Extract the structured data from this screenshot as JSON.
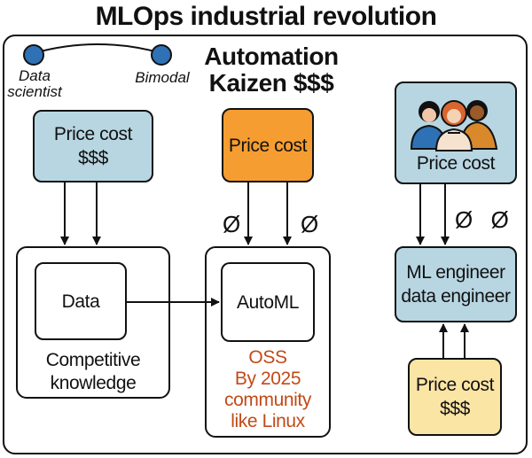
{
  "title": "MLOps industrial revolution",
  "heading": {
    "line1": "Automation",
    "line2": "Kaizen $$$"
  },
  "nodes": {
    "left": "Data scientist",
    "right": "Bimodal"
  },
  "left_column": {
    "cost_box": {
      "line1": "Price cost",
      "line2": "$$$"
    },
    "inner_box": "Data",
    "caption": {
      "line1": "Competitive",
      "line2": "knowledge"
    }
  },
  "middle_column": {
    "cost_box": "Price cost",
    "phi_left": "Ø",
    "phi_right": "Ø",
    "inner_box": "AutoML",
    "caption": [
      "OSS",
      "By 2025",
      "community",
      "like Linux"
    ]
  },
  "right_column": {
    "cost_box": "Price cost",
    "phi_label": "Ø  Ø",
    "engineer_box": {
      "line1": "ML engineer",
      "line2": "data engineer"
    },
    "bottom_box": {
      "line1": "Price cost",
      "line2": "$$$"
    }
  },
  "colors": {
    "blue_fill": "#b7d6e2",
    "orange_fill": "#f59d30",
    "yellow_fill": "#fbe5a5",
    "node_fill": "#2e72b5",
    "oss_text": "#c24a18"
  },
  "icons": {
    "people": "people-group-icon"
  }
}
